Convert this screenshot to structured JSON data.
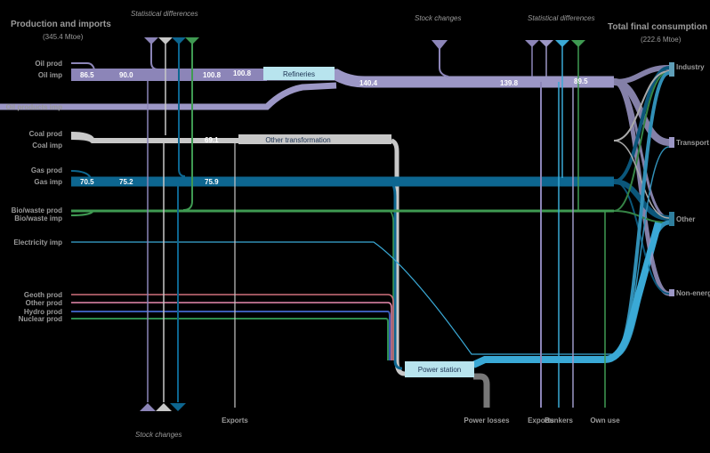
{
  "headers": {
    "left_title": "Production and imports",
    "left_total": "(345.4 Mtoe)",
    "right_title": "Total final consumption",
    "right_total": "(222.6 Mtoe)"
  },
  "annotations": {
    "stat_diff_top_left": "Statistical differences",
    "stock_changes_top": "Stock changes",
    "stat_diff_top_right": "Statistical differences",
    "stock_changes_bottom": "Stock changes"
  },
  "sources": [
    {
      "id": "oil-prod",
      "label": "Oil prod"
    },
    {
      "id": "oil-imp",
      "label": "Oil imp"
    },
    {
      "id": "oil-products-imp",
      "label": "Oil products imp"
    },
    {
      "id": "coal-prod",
      "label": "Coal prod"
    },
    {
      "id": "coal-imp",
      "label": "Coal imp"
    },
    {
      "id": "gas-prod",
      "label": "Gas prod"
    },
    {
      "id": "gas-imp",
      "label": "Gas imp"
    },
    {
      "id": "bio-waste-prod",
      "label": "Bio/waste prod"
    },
    {
      "id": "bio-waste-imp",
      "label": "Bio/waste imp"
    },
    {
      "id": "electricity-imp",
      "label": "Electricity imp"
    },
    {
      "id": "geoth-prod",
      "label": "Geoth prod"
    },
    {
      "id": "other-prod",
      "label": "Other prod"
    },
    {
      "id": "hydro-prod",
      "label": "Hydro prod"
    },
    {
      "id": "nuclear-prod",
      "label": "Nuclear prod"
    }
  ],
  "nodes": {
    "refineries": "Refineries",
    "other_transformation": "Other transformation",
    "power_station": "Power station"
  },
  "flow_values": {
    "oil_1": "86.5",
    "oil_2": "90.0",
    "oil_3": "100.8",
    "oil_4": "100.8",
    "refined_1": "140.4",
    "refined_2": "139.8",
    "refined_3": "89.5",
    "coal": "69.1",
    "gas_1": "70.5",
    "gas_2": "75.2",
    "gas_3": "75.9"
  },
  "outputs": {
    "exports_mid": "Exports",
    "power_losses": "Power losses",
    "exports_right": "Exports",
    "bunkers": "Bunkers",
    "own_use": "Own use"
  },
  "consumption": [
    {
      "id": "industry",
      "label": "Industry"
    },
    {
      "id": "transport",
      "label": "Transport"
    },
    {
      "id": "other",
      "label": "Other"
    },
    {
      "id": "non-energy",
      "label": "Non-energy"
    }
  ],
  "colors": {
    "oil": "#8c85b8",
    "oil_products": "#9c97c6",
    "coal": "#c8c8c8",
    "gas": "#0d6690",
    "bio": "#3f9a52",
    "electricity": "#3aa9d6",
    "geoth": "#d0707c",
    "other_prod": "#e88ab0",
    "hydro": "#3b5bb5",
    "nuclear": "#2e8c4e",
    "power_station": "#b8e4ee",
    "refineries": "#b8e4ee",
    "power_losses": "#777777",
    "text": "#9a9a9a"
  }
}
